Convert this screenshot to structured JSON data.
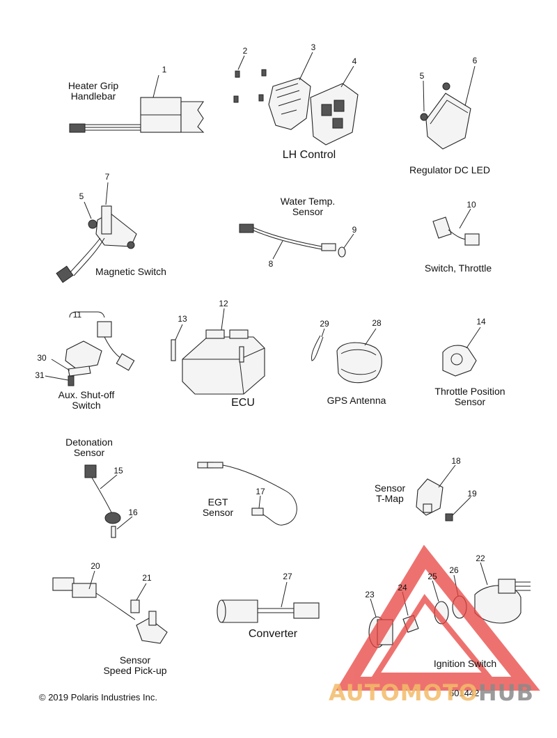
{
  "groups": {
    "heater_grip": "Heater Grip\nHandlebar",
    "lh_control": "LH Control",
    "regulator": "Regulator DC LED",
    "magnetic_switch": "Magnetic Switch",
    "water_temp": "Water Temp.\nSensor",
    "switch_throttle": "Switch, Throttle",
    "aux_shutoff": "Aux. Shut-off\nSwitch",
    "ecu": "ECU",
    "gps": "GPS Antenna",
    "tps": "Throttle Position\nSensor",
    "detonation": "Detonation\nSensor",
    "egt": "EGT\nSensor",
    "tmap": "Sensor\nT-Map",
    "speed": "Sensor\nSpeed Pick-up",
    "converter": "Converter",
    "ignition": "Ignition Switch"
  },
  "callouts": {
    "n1": "1",
    "n2": "2",
    "n3": "3",
    "n4": "4",
    "n5a": "5",
    "n6": "6",
    "n5b": "5",
    "n7": "7",
    "n9": "9",
    "n8": "8",
    "n10": "10",
    "n11": "11",
    "n12": "12",
    "n13": "13",
    "n29": "29",
    "n28": "28",
    "n14": "14",
    "n30": "30",
    "n31": "31",
    "n15": "15",
    "n16": "16",
    "n17": "17",
    "n18": "18",
    "n19": "19",
    "n20": "20",
    "n21": "21",
    "n27": "27",
    "n22": "22",
    "n23": "23",
    "n24": "24",
    "n25": "25",
    "n26": "26"
  },
  "footer": {
    "copyright": "© 2019 Polaris Industries Inc.",
    "figure_number": "601442"
  },
  "watermark": {
    "brand_left": "AUTOMOTO",
    "brand_right": "HUB",
    "color_red": "#e8433f",
    "color_orange": "#f3bb6a",
    "color_gray": "#8a8a8a"
  }
}
